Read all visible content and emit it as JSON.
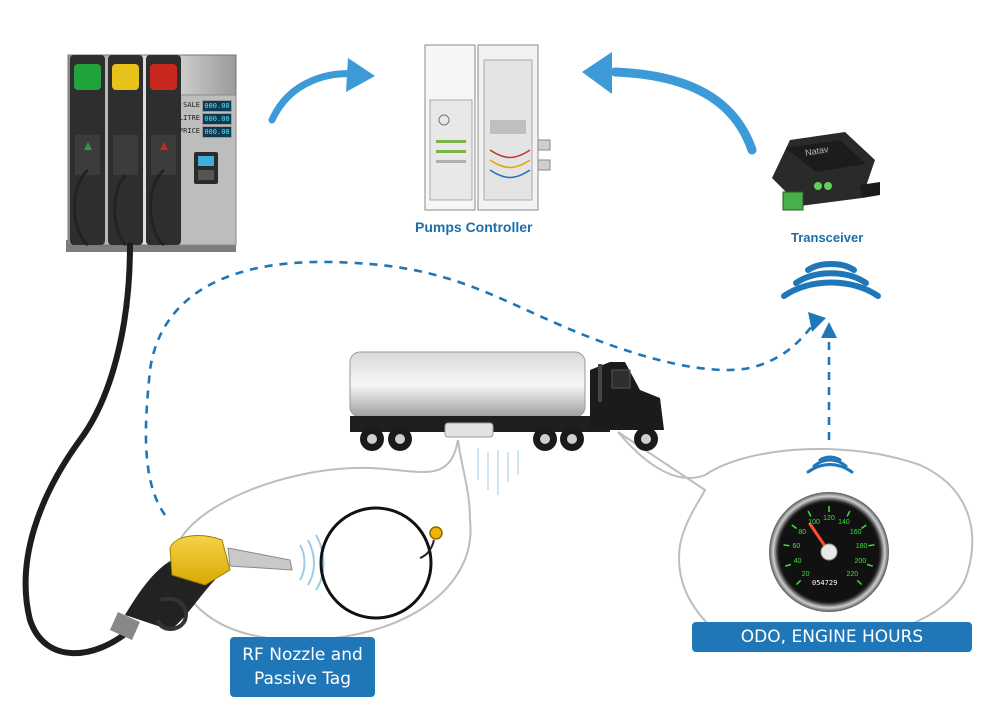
{
  "labels": {
    "pumps_controller": "Pumps Controller",
    "transceiver": "Transceiver",
    "rf_nozzle_line1": "RF Nozzle and",
    "rf_nozzle_line2": "Passive Tag",
    "odo_engine_hours": "ODO, ENGINE HOURS",
    "transceiver_brand": "Natav"
  },
  "pump": {
    "sale_label": "SALE",
    "sale_value": "000.00",
    "litre_label": "LITRE",
    "litre_value": "000.00",
    "price_label": "PRICE",
    "price_value": "000.00",
    "light_colors": [
      "#1fa33a",
      "#e7c21a",
      "#c8281e"
    ]
  },
  "speedometer": {
    "ticks": [
      "20",
      "40",
      "60",
      "80",
      "100",
      "120",
      "140",
      "160",
      "180",
      "200",
      "220"
    ],
    "odometer": "054729"
  },
  "colors": {
    "accent_blue": "#1f77b8",
    "arrow_blue": "#3d9ad8",
    "bubble_stroke": "#bdbdbd"
  }
}
